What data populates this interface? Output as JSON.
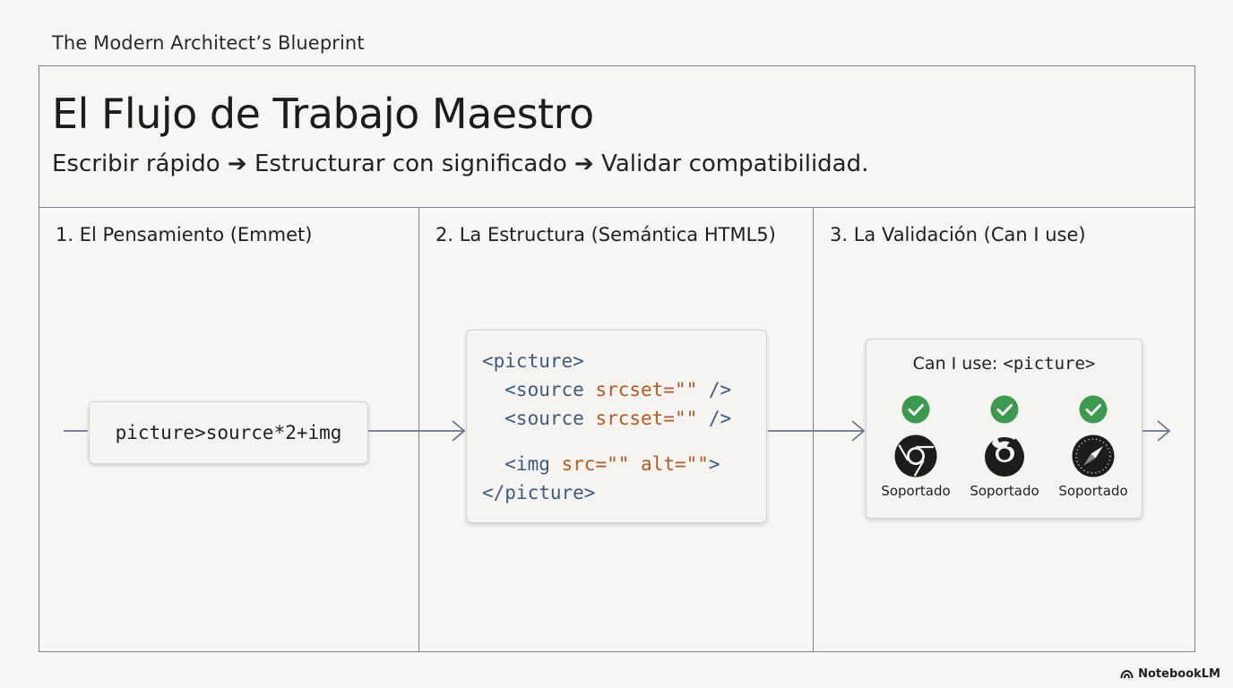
{
  "top_label": "The Modern Architect’s Blueprint",
  "header": {
    "title": "El Flujo de Trabajo Maestro",
    "subtitle": "Escribir rápido ➔ Estructurar con significado ➔ Validar compatibilidad."
  },
  "columns": [
    {
      "title": "1. El Pensamiento (Emmet)"
    },
    {
      "title": "2. La Estructura (Semántica HTML5)"
    },
    {
      "title": "3. La Validación (Can I use)"
    }
  ],
  "emmet": {
    "abbreviation": "picture>source*2+img"
  },
  "code": {
    "line1_tag": "<picture>",
    "line2_tag": "  <source ",
    "line2_attr": "srcset=\"\"",
    "line2_end": " />",
    "line3_tag": "  <source ",
    "line3_attr": "srcset=\"\"",
    "line3_end": " />",
    "line4_tag": "  <img ",
    "line4_attr1": "src=\"\"",
    "line4_mid": " ",
    "line4_attr2": "alt=\"\"",
    "line4_end": ">",
    "line5_tag": "</picture>"
  },
  "caniuse": {
    "title_prefix": "Can I use: ",
    "title_code": "<picture>",
    "browsers": [
      {
        "icon": "chrome-icon",
        "label": "Soportado"
      },
      {
        "icon": "firefox-icon",
        "label": "Soportado"
      },
      {
        "icon": "safari-icon",
        "label": "Soportado"
      }
    ]
  },
  "colors": {
    "border": "#7c8494",
    "arrow": "#6b7590",
    "check": "#3a9a4e",
    "tag": "#3d5a80",
    "attr": "#b45a1e"
  },
  "brand": "NotebookLM"
}
